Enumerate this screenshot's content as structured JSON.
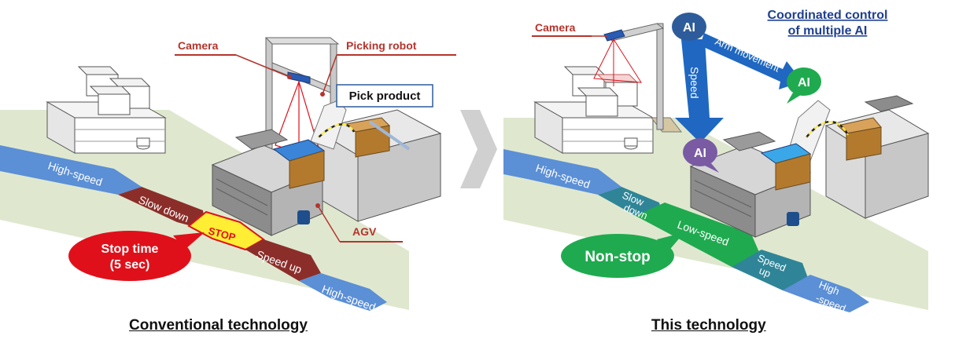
{
  "colors": {
    "floor": "#dfe8cf",
    "high_speed_lane": "#5b8fd6",
    "slow_lane": "#8b2e2a",
    "teal_lane": "#2f8597",
    "green_lane": "#1faa4f",
    "stop_red": "#e0101a",
    "stop_yellow": "#ffee33",
    "ai_navy": "#2e5c9a",
    "ai_green": "#1faa4f",
    "ai_purple": "#7a5aa3",
    "arrow_blue": "#1f67c1",
    "callout_red": "#b5342c",
    "title_blue": "#1f3f8f"
  },
  "left": {
    "caption": "Conventional technology",
    "labels": {
      "camera": "Camera",
      "picking_robot": "Picking robot",
      "pick_product": "Pick product",
      "agv": "AGV"
    },
    "lanes": {
      "high_speed_1": "High-speed",
      "slow_down": "Slow down",
      "stop": "STOP",
      "speed_up": "Speed up",
      "high_speed_2": "High-speed"
    },
    "stop_bubble": {
      "line1": "Stop time",
      "line2": "(5 sec)"
    }
  },
  "right": {
    "caption": "This technology",
    "labels": {
      "camera": "Camera",
      "coordinated_line1": "Coordinated control",
      "coordinated_line2": "of multiple AI",
      "ai": "AI",
      "speed": "Speed",
      "arm_movement": "Arm movement"
    },
    "lanes": {
      "high_speed_1": "High-speed",
      "slow_1": "Slow",
      "slow_2": "down",
      "low_speed": "Low-speed",
      "speed_1": "Speed",
      "speed_2": "up",
      "high_1": "High",
      "high_2": "-speed"
    },
    "nonstop": "Non-stop"
  },
  "center_arrow": "chevron-right-arrow-icon"
}
